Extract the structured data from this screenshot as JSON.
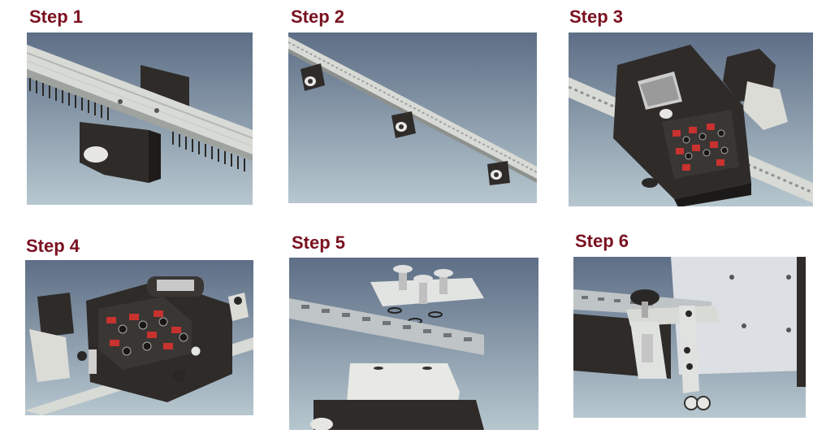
{
  "steps": [
    {
      "label": "Step 1"
    },
    {
      "label": "Step 2"
    },
    {
      "label": "Step 3"
    },
    {
      "label": "Step 4"
    },
    {
      "label": "Step 5"
    },
    {
      "label": "Step 6"
    }
  ],
  "colors": {
    "title": "#7a1020",
    "bg_top": "#5d6e86",
    "bg_bottom": "#b7c7cf",
    "machine_dark": "#2e2b29",
    "rail_silver": "#d8dad5",
    "display_red": "#c8322f"
  }
}
